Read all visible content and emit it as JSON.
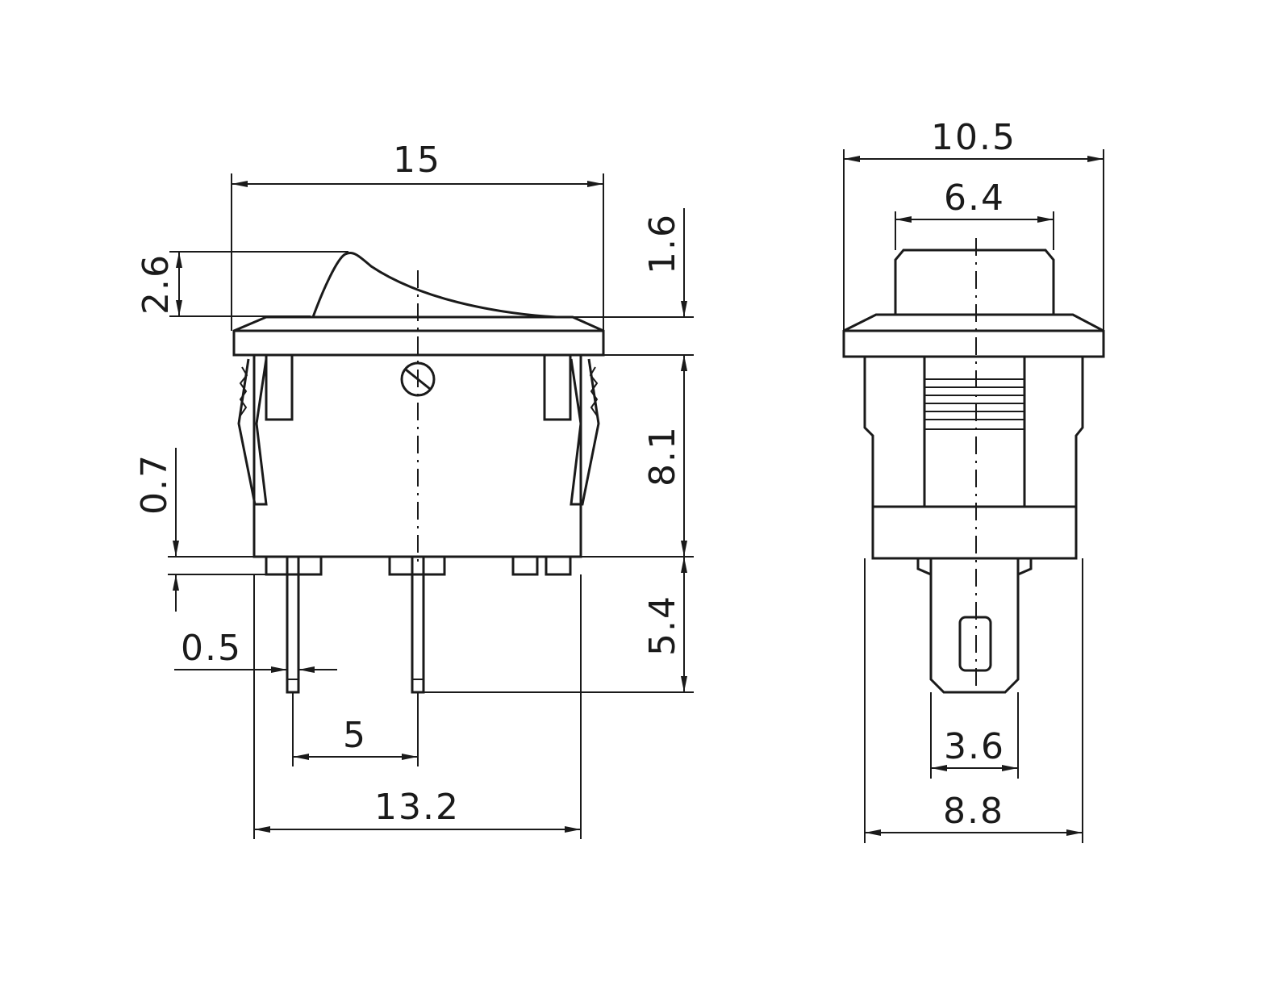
{
  "front_view": {
    "width_top": "15",
    "rocker_height": "2.6",
    "flange_thickness": "1.6",
    "body_height": "8.1",
    "terminal_length": "5.4",
    "standoff": "0.7",
    "terminal_thickness": "0.5",
    "terminal_pitch": "5",
    "body_width": "13.2"
  },
  "side_view": {
    "flange_width": "10.5",
    "rocker_width": "6.4",
    "terminal_width": "3.6",
    "body_width": "8.8"
  }
}
